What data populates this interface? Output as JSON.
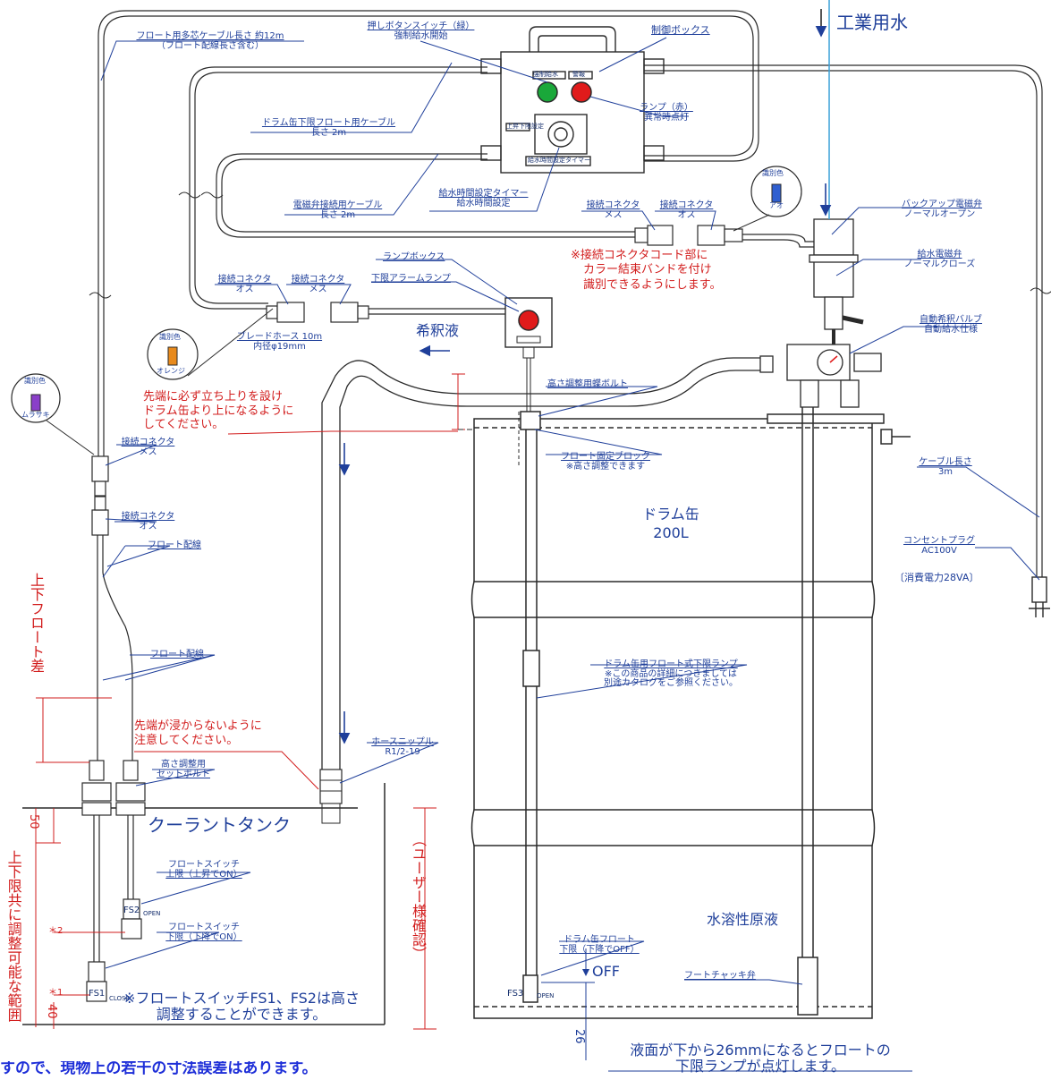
{
  "labels": {
    "industrial_water": "工業用水",
    "float_cable_line1": "フロート用多芯ケーブル長さ 約12m",
    "float_cable_line2": "（フロート配線長さ含む）",
    "push_switch_line1": "押しボタンスイッチ（緑）",
    "push_switch_line2": "強制給水開始",
    "control_box": "制御ボックス",
    "panel_btn_label": "強制給水",
    "panel_lamp_label": "警報",
    "panel_timer_left": "上昇下限設定",
    "panel_timer_label": "給水時間設定タイマー",
    "lamp_red_line1": "ランプ（赤）",
    "lamp_red_line2": "異常時点灯",
    "drum_float_cable_line1": "ドラム缶下限フロート用ケーブル",
    "drum_float_cable_line2": "長さ 2m",
    "valve_cable_line1": "電磁弁接続用ケーブル",
    "valve_cable_line2": "長さ 2m",
    "timer_line1": "給水時間設定タイマー",
    "timer_line2": "給水時間設定",
    "conn_female_top": "接続コネクタ",
    "conn_female_top_sub": "メス",
    "conn_male_top": "接続コネクタ",
    "conn_male_top_sub": "オス",
    "id_color_blue_title": "識別色",
    "id_color_blue_name": "アオ",
    "backup_valve_line1": "バックアップ電磁弁",
    "backup_valve_line2": "ノーマルオープン",
    "supply_valve_line1": "給水電磁弁",
    "supply_valve_line2": "ノーマルクローズ",
    "connector_note_line1": "※接続コネクタコード部に",
    "connector_note_line2": "カラー結束バンドを付け",
    "connector_note_line3": "識別できるようにします。",
    "lamp_box": "ランプボックス",
    "low_alarm_lamp": "下限アラームランプ",
    "conn_male_mid": "接続コネクタ",
    "conn_male_mid_sub": "オス",
    "conn_female_mid": "接続コネクタ",
    "conn_female_mid_sub": "メス",
    "diluted_liquid": "希釈液",
    "auto_mix_valve_line1": "自動希釈バルブ",
    "auto_mix_valve_line2": "自動給水仕様",
    "id_color_orange_title": "識別色",
    "id_color_orange_name": "オレンジ",
    "braided_hose_line1": "ブレードホース 10m",
    "braided_hose_line2": "内径φ19mm",
    "height_bolt": "高さ調整用蝶ボルト",
    "rise_note_line1": "先端に必ず立ち上りを設け",
    "rise_note_line2": "ドラム缶より上になるように",
    "rise_note_line3": "してください。",
    "id_color_purple_title": "識別色",
    "id_color_purple_name": "ムラサキ",
    "conn_female_left": "接続コネクタ",
    "conn_female_left_sub": "メス",
    "float_fix_block_line1": "フロート固定ブロック",
    "float_fix_block_line2": "※高さ調整できます",
    "cable_length_line1": "ケーブル長さ",
    "cable_length_line2": "3m",
    "drum_line1": "ドラム缶",
    "drum_line2": "200L",
    "plug_line1": "コンセントプラグ",
    "plug_line2": "AC100V",
    "power": "〔消費電力28VA〕",
    "conn_male_left": "接続コネクタ",
    "conn_male_left_sub": "オス",
    "float_wiring_a": "フロート配線",
    "float_wiring_b": "フロート配線",
    "updown_float_diff": "上下フロート差",
    "drum_float_lamp_line1": "ドラム缶用フロート式下限ランプ",
    "drum_float_lamp_line2": "※この商品の詳細につきましては",
    "drum_float_lamp_line3": "別途カタログをご参照ください。",
    "tip_note_line1": "先端が浸からないように",
    "tip_note_line2": "注意してください。",
    "hose_nipple_line1": "ホースニップル",
    "hose_nipple_line2": "R1/2-19",
    "set_bolt_line1": "高さ調整用",
    "set_bolt_line2": "セットボルト",
    "coolant_tank": "クーラントタンク",
    "dim_50": "50",
    "user_check": "（ユーザー様確認）",
    "adjust_range": "上下限共に調整可能な範囲",
    "fs_upper_line1": "フロートスイッチ",
    "fs_upper_line2": "上限（上昇でON）",
    "fs2": "FS2",
    "fs2_open": "OPEN",
    "mark_2": "＊2",
    "fs_lower_line1": "フロートスイッチ",
    "fs_lower_line2": "下限（下降でON）",
    "fs1": "FS1",
    "fs1_close": "CLOSE",
    "mark_1": "＊1",
    "dim_40": "40",
    "fs_note_line1": "※フロートスイッチFS1、FS2は高さ",
    "fs_note_line2": "調整することができます。",
    "water_soluble": "水溶性原液",
    "foot_check_valve": "フートチャッキ弁",
    "drum_float_line1": "ドラム缶フロート",
    "drum_float_line2": "下限（下降でOFF）",
    "fs3": "FS3",
    "fs3_open": "OPEN",
    "off": "OFF",
    "dim_26": "26",
    "level_note_line1": "液面が下から26mmになるとフロートの",
    "level_note_line2": "下限ランプが点灯します。",
    "bottom_cut_text": "すので、現物上の若干の寸法誤差はあります。"
  },
  "colors": {
    "line": "#2a2a2a",
    "leader": "#1f3f9a",
    "note_red": "#d21d1d",
    "lamp_red": "#e01b1b",
    "button_green": "#1aa83a",
    "id_blue": "#2f5fd0",
    "id_orange": "#e88a1c",
    "id_purple": "#8a3fc9",
    "water_line": "#3aa0d8"
  }
}
